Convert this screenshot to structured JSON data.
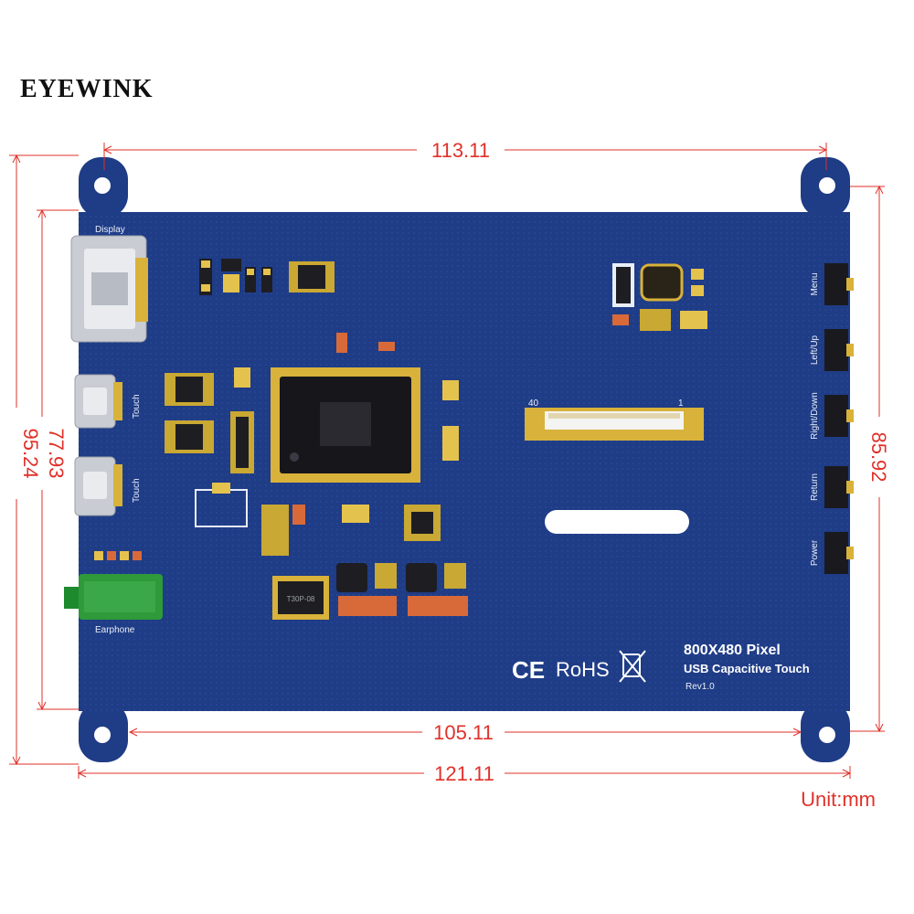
{
  "brand": "EYEWINK",
  "dimensions": {
    "top_width": "113.11",
    "inner_width": "105.11",
    "bottom_width": "121.11",
    "left_inner_height": "77.93",
    "left_outer_height": "95.24",
    "right_height": "85.92"
  },
  "unit_label": "Unit:mm",
  "board": {
    "display_label": "Display",
    "touch_label_1": "Touch",
    "touch_label_2": "Touch",
    "earphone_label": "Earphone",
    "fpc_label_left": "40",
    "fpc_label_right": "1",
    "chip_marking": "T30P-08",
    "buttons": [
      "Menu",
      "Left/Up",
      "Right/Down",
      "Return",
      "Power"
    ],
    "product_line1": "800X480 Pixel",
    "product_line2": "USB Capacitive Touch",
    "revision": "Rev1.0",
    "ce_mark": "CE",
    "rohs_mark": "RoHS"
  },
  "colors": {
    "board": "#1f3c86",
    "dimension": "#e0312a"
  }
}
